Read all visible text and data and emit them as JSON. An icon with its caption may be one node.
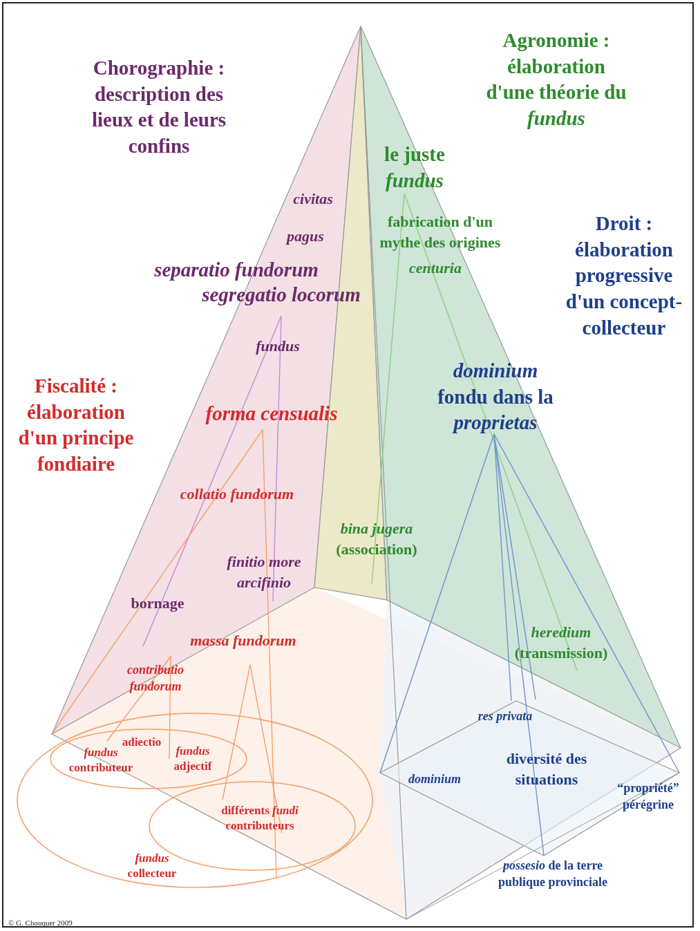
{
  "diagram": {
    "nodes": [
      {
        "text": [
          "*fundus* collecteur"
        ]
      },
      {
        "text": [
          "adiectio",
          "*fundus* contributeur",
          "*fundus* adjectif"
        ],
        "in": 0
      },
      {
        "text": [
          "différents *fundi* contributeurs"
        ],
        "in": 0
      }
    ],
    "labels": [
      "Chorographie : description des lieux et de leurs confins",
      "Agronomie : élaboration d'une théorie du *fundus*",
      "le juste *fundus*",
      "civitas",
      "pagus",
      "fabrication d'un mythe des origines",
      "Droit : élaboration progressive d'un concept-collecteur",
      "separatio fundorum",
      "centuria",
      "segregatio locorum",
      "fundus",
      "*dominium* fondu dans la *proprietas*",
      "Fiscalité : élaboration d'un principe fondiaire",
      "forma censualis",
      "collatio fundorum",
      "*bina jugera* (association)",
      "finitio more arcifinio",
      "bornage",
      "massa fundorum",
      "*heredium* (transmission)",
      "contributio fundorum",
      "res privata",
      "diversité des situations",
      "dominium",
      "“propriété” pérégrine",
      "*possesio* de la terre publique provinciale",
      "© G. Chouquer 2009"
    ]
  }
}
